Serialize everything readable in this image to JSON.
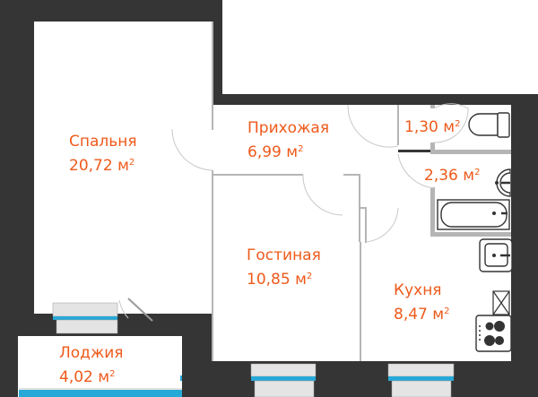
{
  "plan": {
    "type": "apartment-floor-plan",
    "unit": "м",
    "unit_sup": "2",
    "colors": {
      "wall": "#353535",
      "partition": "#b5b5b5",
      "label": "#ee5a1b",
      "window_glass": "#27a9d8",
      "window_sill": "#e4e4e4",
      "floor": "#ffffff"
    },
    "rooms": [
      {
        "id": "bedroom",
        "name": "Спальня",
        "area": "20,72"
      },
      {
        "id": "hallway",
        "name": "Прихожая",
        "area": "6,99"
      },
      {
        "id": "toilet",
        "name": "",
        "area": "1,30"
      },
      {
        "id": "bathroom",
        "name": "",
        "area": "2,36"
      },
      {
        "id": "living-room",
        "name": "Гостиная",
        "area": "10,85"
      },
      {
        "id": "kitchen",
        "name": "Кухня",
        "area": "8,47"
      },
      {
        "id": "loggia",
        "name": "Лоджия",
        "area": "4,02"
      }
    ],
    "fixtures": [
      "toilet",
      "bathroom-sink",
      "bathtub",
      "kitchen-sink",
      "fridge",
      "stove"
    ]
  }
}
